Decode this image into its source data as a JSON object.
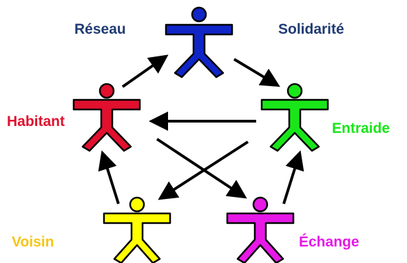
{
  "labels": {
    "reseau": "Réseau",
    "solidarite": "Solidarité",
    "habitant": "Habitant",
    "entraide": "Entraide",
    "voisin": "Voisin",
    "echange": "Échange"
  },
  "colors": {
    "reseau_label": "#1f3b73",
    "solidarite_label": "#1f3b73",
    "figure_blue": "#1025c8",
    "figure_red": "#e0102e",
    "figure_green": "#19e619",
    "figure_yellow": "#ffff00",
    "figure_magenta": "#e619e6",
    "habitant_label": "#e0102e",
    "entraide_label": "#19e619",
    "voisin_label": "#f5c518",
    "echange_label": "#e619e6",
    "outline": "#000000",
    "arrow": "#000000"
  },
  "figures": [
    {
      "id": "blue",
      "icon": "person-icon",
      "color_key": "figure_blue"
    },
    {
      "id": "red",
      "icon": "person-icon",
      "color_key": "figure_red"
    },
    {
      "id": "green",
      "icon": "person-icon",
      "color_key": "figure_green"
    },
    {
      "id": "yellow",
      "icon": "person-icon",
      "color_key": "figure_yellow"
    },
    {
      "id": "magenta",
      "icon": "person-icon",
      "color_key": "figure_magenta"
    }
  ],
  "arrows": [
    {
      "from": "red",
      "to": "blue"
    },
    {
      "from": "blue",
      "to": "green"
    },
    {
      "from": "green",
      "to": "red"
    },
    {
      "from": "red",
      "to": "magenta"
    },
    {
      "from": "green",
      "to": "yellow"
    },
    {
      "from": "yellow",
      "to": "red"
    },
    {
      "from": "magenta",
      "to": "green"
    }
  ]
}
